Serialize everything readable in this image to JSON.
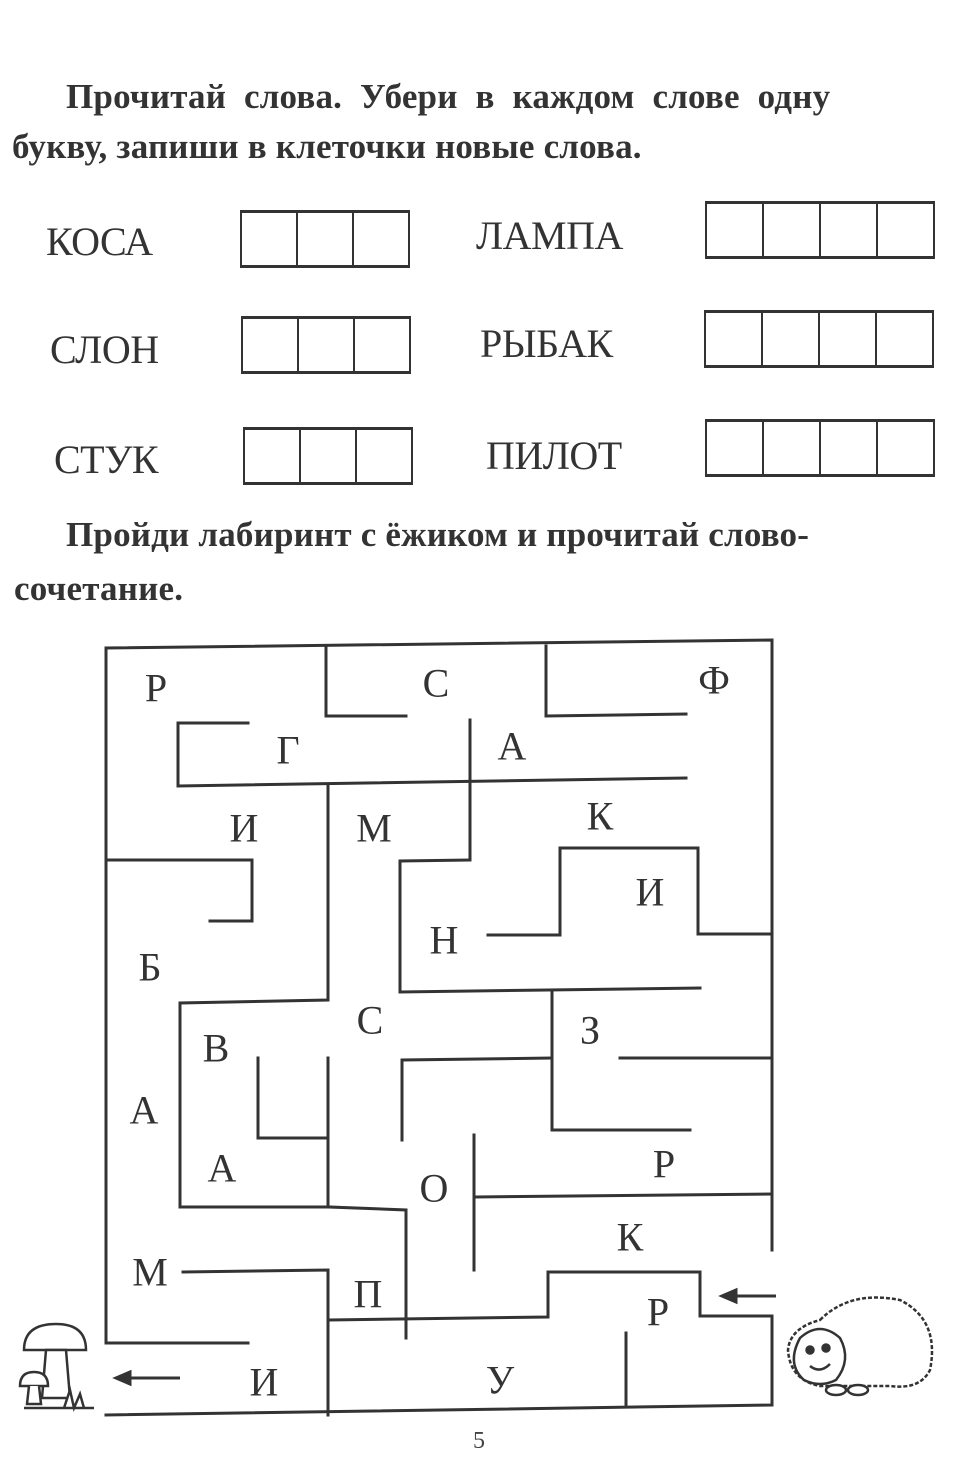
{
  "task1": {
    "instruction": "Прочитай слова. Убери в каждом слове одну букву, запиши в клеточки новые слова.",
    "line1": "Прочитай  слова.  Убери  в  каждом  слове  одну",
    "line2": "букву, запиши в клеточки новые слова.",
    "words": [
      {
        "word": "КОСА",
        "cells": 3
      },
      {
        "word": "ЛАМПА",
        "cells": 4
      },
      {
        "word": "СЛОН",
        "cells": 3
      },
      {
        "word": "РЫБАК",
        "cells": 4
      },
      {
        "word": "СТУК",
        "cells": 3
      },
      {
        "word": "ПИЛОТ",
        "cells": 4
      }
    ]
  },
  "task2": {
    "instruction": "Пройди лабиринт с ёжиком и прочитай словосочетание.",
    "line1": "Пройди лабиринт с ёжиком и прочитай слово-",
    "line2": "сочетание.",
    "maze_letters": {
      "r1": "Р",
      "s1": "С",
      "f1": "Ф",
      "g1": "Г",
      "a1": "А",
      "i1": "И",
      "m1": "М",
      "k1": "К",
      "i2": "И",
      "b1": "Б",
      "n1": "Н",
      "s2": "С",
      "v1": "В",
      "z1": "З",
      "a2": "А",
      "a3": "А",
      "o1": "О",
      "r2": "Р",
      "k2": "К",
      "m2": "М",
      "p1": "П",
      "r3": "Р",
      "i3": "И",
      "u1": "У"
    },
    "start_label": "ёжик",
    "finish_label": "гриб"
  },
  "page_number": "5"
}
